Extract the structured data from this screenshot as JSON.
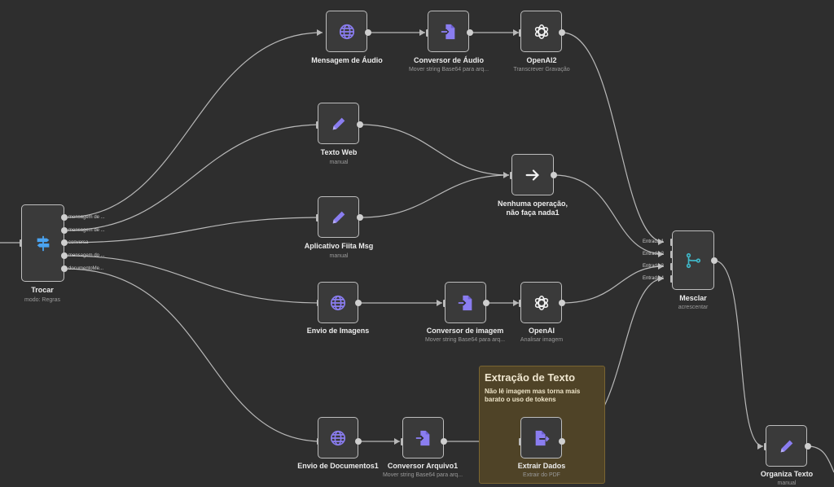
{
  "sticky": {
    "title": "Extração de Texto",
    "body": "Não lê imagem mas torna mais barato o uso de tokens"
  },
  "nodes": {
    "trocar": {
      "name": "Trocar",
      "subtitle": "modo: Regras",
      "icon": "signpost-icon",
      "outputs": [
        "mensagem de ...",
        "mensagem de ...",
        "conversa",
        "mensagem do ...",
        "documentoMe..."
      ]
    },
    "mensagem_audio": {
      "name": "Mensagem de Áudio",
      "icon": "globe-icon"
    },
    "conversor_audio": {
      "name": "Conversor de Áudio",
      "subtitle": "Mover string Base64 para arq...",
      "icon": "file-import-icon"
    },
    "openai2": {
      "name": "OpenAI2",
      "subtitle": "Transcrever Gravação",
      "icon": "openai-icon"
    },
    "texto_web": {
      "name": "Texto Web",
      "subtitle": "manual",
      "icon": "pencil-icon"
    },
    "nenhuma": {
      "name": "Nenhuma operação, não faça nada1",
      "icon": "arrow-right-icon"
    },
    "aplicativo": {
      "name": "Aplicativo Fiita Msg",
      "subtitle": "manual",
      "icon": "pencil-icon"
    },
    "mesclar": {
      "name": "Mesclar",
      "subtitle": "acrescentar",
      "icon": "merge-icon",
      "inputs": [
        "Entrada 1",
        "Entrada 2",
        "Entrada 3",
        "Entrada 4"
      ]
    },
    "envio_imagens": {
      "name": "Envio de Imagens",
      "icon": "globe-icon"
    },
    "conversor_imagem": {
      "name": "Conversor de imagem",
      "subtitle": "Mover string Base64 para arq...",
      "icon": "file-import-icon"
    },
    "openai": {
      "name": "OpenAI",
      "subtitle": "Analisar imagem",
      "icon": "openai-icon"
    },
    "envio_documentos": {
      "name": "Envio de Documentos1",
      "icon": "globe-icon"
    },
    "conversor_arquivo": {
      "name": "Conversor Arquivo1",
      "subtitle": "Mover string Base64 para arq...",
      "icon": "file-import-icon"
    },
    "extrair": {
      "name": "Extrair Dados",
      "subtitle": "Extrair do PDF",
      "icon": "file-export-icon"
    },
    "organiza": {
      "name": "Organiza Texto",
      "subtitle": "manual",
      "icon": "pencil-icon"
    }
  },
  "colors": {
    "canvas": "#2e2e2e",
    "node_bg": "#3a3a3a",
    "node_border": "#bdbdbd",
    "wire": "#b8b8b8",
    "icon_purple": "#8a7df0",
    "icon_blue": "#4aa3f0",
    "icon_teal": "#3fb8c9",
    "sticky_bg": "#4f4327"
  }
}
